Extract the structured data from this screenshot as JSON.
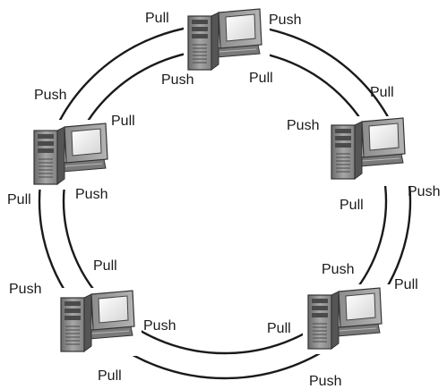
{
  "diagram": {
    "ring": {
      "stroke": "#1a1a1a"
    },
    "computers": [
      {
        "id": "top",
        "icon": "computer-icon",
        "labels": {
          "outer_left": "Pull",
          "outer_right": "Push",
          "inner_left": "Push",
          "inner_right": "Pull"
        }
      },
      {
        "id": "right",
        "icon": "computer-icon",
        "labels": {
          "outer_top": "Pull",
          "inner_left": "Push",
          "outer_bottom": "Push",
          "inner_bottom": "Pull"
        }
      },
      {
        "id": "bottom-right",
        "icon": "computer-icon",
        "labels": {
          "inner_top": "Push",
          "outer_right": "Pull",
          "inner_left": "Pull",
          "outer_bottom": "Push"
        }
      },
      {
        "id": "bottom-left",
        "icon": "computer-icon",
        "labels": {
          "inner_top": "Pull",
          "outer_left": "Push",
          "inner_right": "Push",
          "outer_bottom": "Pull"
        }
      },
      {
        "id": "left",
        "icon": "computer-icon",
        "labels": {
          "outer_top": "Push",
          "inner_right": "Pull",
          "outer_bottom": "Pull",
          "inner_bottom": "Push"
        }
      }
    ]
  }
}
